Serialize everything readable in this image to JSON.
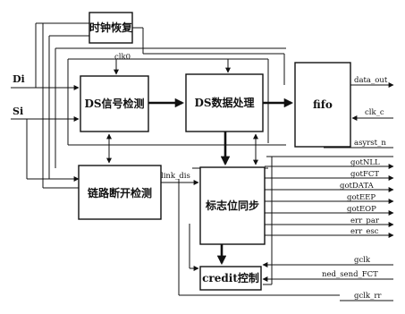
{
  "blocks": {
    "clock_recovery": "时钟恢复",
    "ds_detect": "DS信号检测",
    "ds_process": "DS数据处理",
    "fifo": "fifo",
    "link_detect": "链路断开检测",
    "flag_sync": "标志位同步",
    "credit": "credit控制"
  },
  "inputs": {
    "di": "Di",
    "si": "Si"
  },
  "signals": {
    "clk0": "clk0",
    "data_out": "data_out",
    "clk_c": "clk_c",
    "asyrst_n": "asyrst_n",
    "link_dis": "link_dis",
    "gotnll": "gotNLL",
    "gotfct": "gotFCT",
    "gotdata": "gotDATA",
    "goteep": "gotEEP",
    "goteop": "gotEOP",
    "err_par": "err_par",
    "err_esc": "err_esc",
    "gclk": "gclk",
    "ned_send_fct": "ned_send_FCT",
    "gclk_rr": "gclk_rr"
  }
}
